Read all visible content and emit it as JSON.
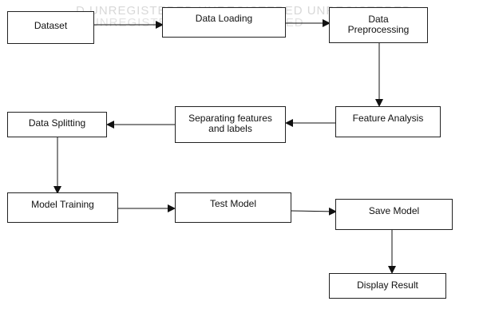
{
  "watermark": {
    "line1": "D UNREGISTERED UNREGISTERED UNREGISTERED",
    "line2": "UNREGISTERED UNREGISTERED"
  },
  "nodes": {
    "dataset": "Dataset",
    "data_loading": "Data Loading",
    "data_preprocessing_line1": "Data",
    "data_preprocessing_line2": "Preprocessing",
    "feature_analysis": "Feature Analysis",
    "separating_line1": "Separating features",
    "separating_line2": "and labels",
    "data_splitting": "Data Splitting",
    "model_training": "Model Training",
    "test_model": "Test Model",
    "save_model": "Save Model",
    "display_result": "Display Result"
  }
}
